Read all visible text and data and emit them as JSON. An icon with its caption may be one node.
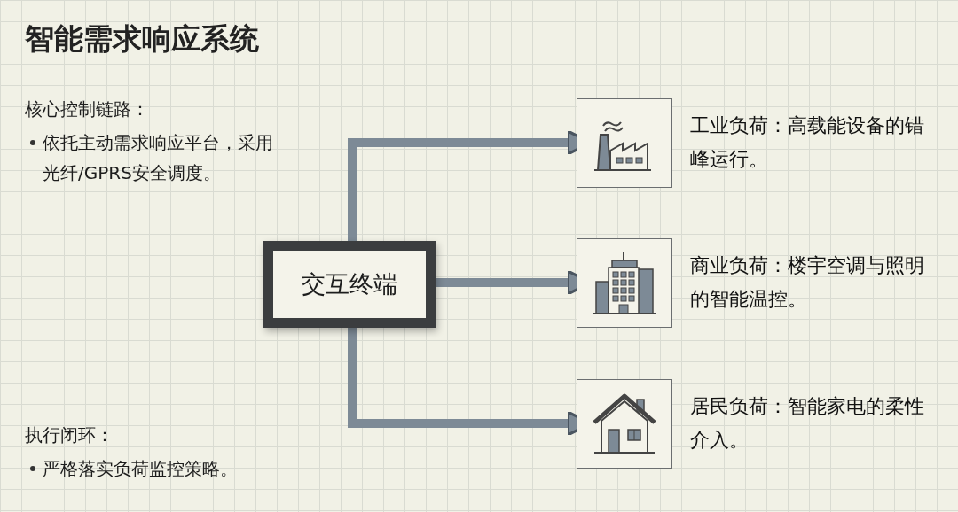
{
  "diagram": {
    "title": "智能需求响应系统",
    "nodes": [
      {
        "text": [
          "交互终端"
        ]
      },
      {
        "text": [],
        "shape": "picture",
        "beside": [
          "工业负荷：高载能设备的错峰运行。"
        ]
      },
      {
        "text": [],
        "shape": "picture",
        "beside": [
          "商业负荷：楼宇空调与照明的智能温控。"
        ]
      },
      {
        "text": [],
        "shape": "picture",
        "beside": [
          "居民负荷：智能家电的柔性介入。"
        ]
      }
    ],
    "edges": [
      {
        "from": 0,
        "to": 1,
        "arrow": "to"
      },
      {
        "from": 0,
        "to": 2,
        "arrow": "to"
      },
      {
        "from": 0,
        "to": 3,
        "arrow": "to"
      }
    ],
    "labels": [
      "核心控制链路：",
      "依托主动需求响应平台，采用光纤/GPRS安全调度。",
      "执行闭环：",
      "严格落实负荷监控策略。"
    ]
  }
}
